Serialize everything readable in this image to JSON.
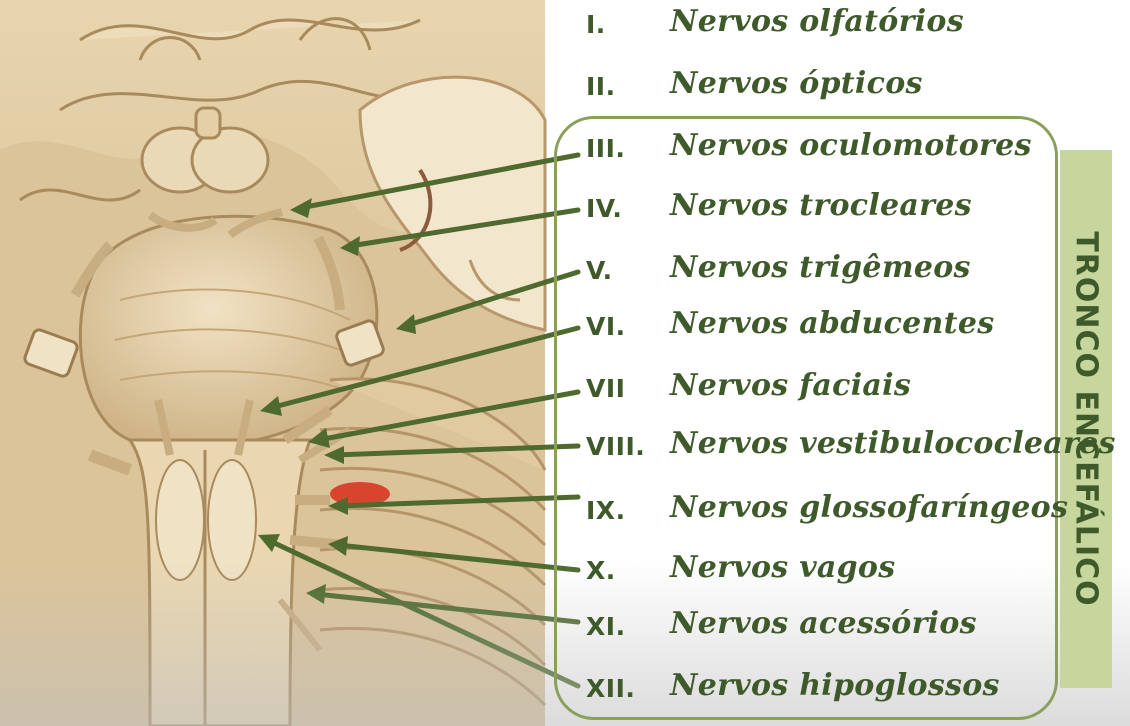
{
  "nerves": [
    {
      "numeral": "I.",
      "name": "Nervos olfatórios"
    },
    {
      "numeral": "II.",
      "name": "Nervos ópticos"
    },
    {
      "numeral": "III.",
      "name": "Nervos oculomotores"
    },
    {
      "numeral": "IV.",
      "name": "Nervos trocleares"
    },
    {
      "numeral": "V.",
      "name": "Nervos trigêmeos"
    },
    {
      "numeral": "VI.",
      "name": "Nervos abducentes"
    },
    {
      "numeral": "VII",
      "name": "Nervos faciais"
    },
    {
      "numeral": "VIII.",
      "name": "Nervos vestibulococleares"
    },
    {
      "numeral": "IX.",
      "name": "Nervos glossofaríngeos"
    },
    {
      "numeral": "X.",
      "name": "Nervos vagos"
    },
    {
      "numeral": "XI.",
      "name": "Nervos acessórios"
    },
    {
      "numeral": "XII.",
      "name": "Nervos hipoglossos"
    }
  ],
  "group_label": "TRONCO ENCEFÁLICO",
  "colors": {
    "label_green": "#3f5a2a",
    "arrow_green": "#4e6a2e",
    "band_fill": "#c6d69c",
    "box_stroke": "#8aa05a",
    "tissue_base": "#dcc49a",
    "tissue_light": "#efdfc0",
    "tissue_shadow": "#b8976a",
    "highlight_red": "#d9442e"
  }
}
